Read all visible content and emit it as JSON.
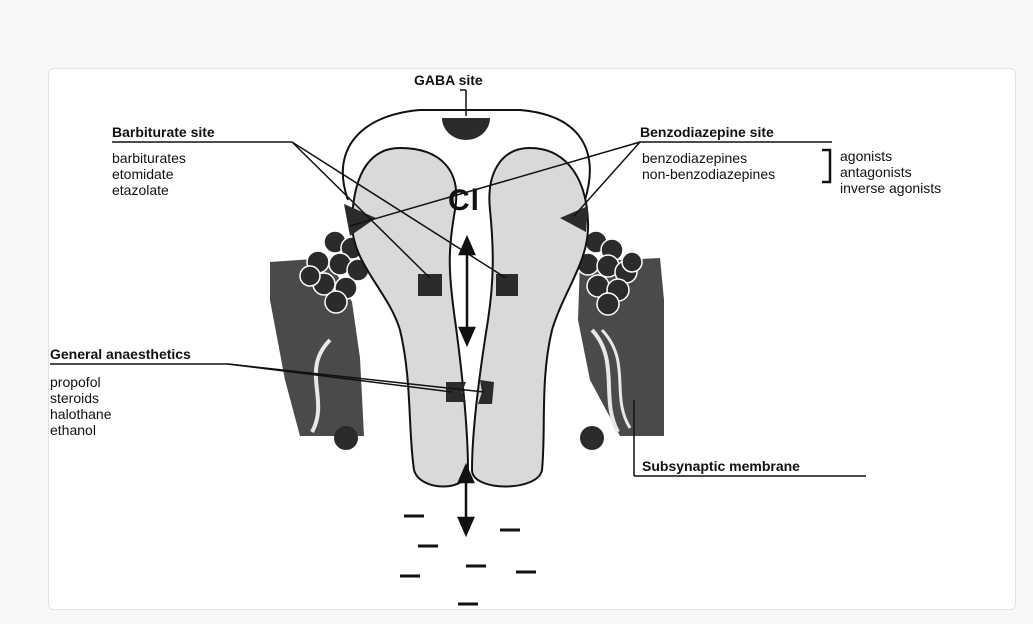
{
  "labels": {
    "gaba_site": "GABA site",
    "barbiturate_site": "Barbiturate site",
    "barbiturate_drugs": [
      "barbiturates",
      "etomidate",
      "etazolate"
    ],
    "benzodiazepine_site": "Benzodiazepine site",
    "benzodiazepine_drugs": [
      "benzodiazepines",
      "non-benzodiazepines"
    ],
    "benzodiazepine_actions": [
      "agonists",
      "antagonists",
      "inverse agonists"
    ],
    "general_anaesthetics": "General anaesthetics",
    "anaesthetic_drugs": [
      "propofol",
      "steroids",
      "halothane",
      "ethanol"
    ],
    "ion": "Cl",
    "membrane": "Subsynaptic membrane"
  },
  "colors": {
    "channel_fill": "#d9d9d9",
    "membrane_fill": "#4a4a4a",
    "site_fill": "#2b2b2b",
    "line": "#111111"
  }
}
